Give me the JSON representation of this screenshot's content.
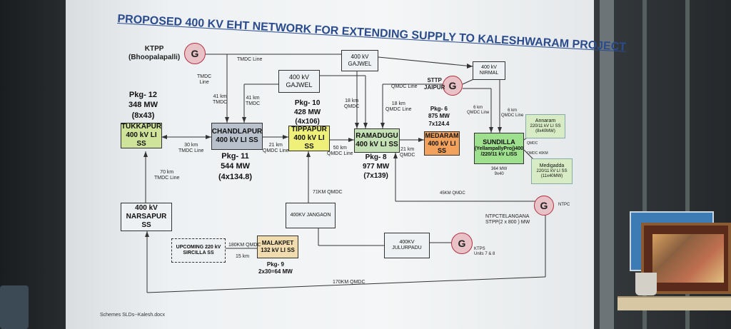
{
  "title": "PROPOSED 400 KV EHT NETWORK FOR EXTENDING SUPPLY TO KALESHWARAM PROJECT",
  "footer": "Schemes SLDs--Kalesh.docx",
  "generator_symbol": "G",
  "nodes": {
    "tukkapur": {
      "line1": "TUKKAPUR",
      "line2": "400 kV LI SS"
    },
    "chandlapur": {
      "line1": "CHANDLAPUR",
      "line2": "400 kV LI SS"
    },
    "tippapur": {
      "line1": "TIPPAPUR",
      "line2": "400 kV LI SS"
    },
    "ramadugu": {
      "line1": "RAMADUGU",
      "line2": "400 kV LI SS"
    },
    "medaram": {
      "line1": "MEDARAM",
      "line2": "400 kV LI SS"
    },
    "sundilla": {
      "line1": "SUNDILLA",
      "line2": "(YellampallyProj)400",
      "line3": "/220/11 kV LISS"
    },
    "gajwel_mid": {
      "line1": "400 kV",
      "line2": "GAJWEL"
    },
    "gajwel_top": {
      "line1": "400 kV",
      "line2": "GAJWEL"
    },
    "nirmal": {
      "line1": "400 kV",
      "line2": "NIRMAL"
    },
    "annaram": {
      "line1": "Annaram",
      "line2": "220/11 kV LI SS",
      "line3": "(8x40MW)"
    },
    "medigadda": {
      "line1": "Medigadda",
      "line2": "220/11 kV LI SS",
      "line3": "(11x40MW)"
    },
    "narsapur": {
      "line1": "400 kV",
      "line2": "NARSAPUR SS"
    },
    "jangaon": {
      "line1": "400KV JANGAON"
    },
    "julurpadu": {
      "line1": "400KV",
      "line2": "JULURPADU"
    },
    "sircilla": {
      "line1": "UPCOMING 220 kV",
      "line2": "SIRCILLA SS"
    },
    "malakpet": {
      "line1": "MALAKPET",
      "line2": "132 kV LI SS"
    }
  },
  "packages": {
    "pkg12": {
      "line1": "Pkg- 12",
      "line2": "348 MW",
      "line3": "(8x43)"
    },
    "pkg11": {
      "line1": "Pkg- 11",
      "line2": "544 MW",
      "line3": "(4x134.8)"
    },
    "pkg10": {
      "line1": "Pkg- 10",
      "line2": "428 MW",
      "line3": "(4x106)"
    },
    "pkg8": {
      "line1": "Pkg- 8",
      "line2": "977 MW",
      "line3": "(7x139)"
    },
    "pkg6": {
      "line1": "Pkg- 6",
      "line2": "875 MW",
      "line3": "7x124.4"
    },
    "pkg9": {
      "line1": "Pkg- 9",
      "line2": "2x30=64 MW"
    }
  },
  "plants": {
    "ktpp": {
      "line1": "KTPP",
      "line2": "(Bhoopalapalli)"
    },
    "sttp": {
      "line1": "STTP",
      "line2": "JAIPUR"
    },
    "ntpc": {
      "line1": "NTPCTELANGANA",
      "line2": "STPP(2 x 800 ) MW",
      "side": "NTPC"
    },
    "ktps": {
      "line1": "KTPS",
      "line2": "Units 7 & 8"
    }
  },
  "line_labels": {
    "tmdc_line_top": "TMDC Line",
    "tmdc_line_left_1": "TMDC",
    "tmdc_line_left_2": "Line",
    "km41_a_1": "41 km",
    "km41_a_2": "TMDC",
    "km41_b_1": "41 km",
    "km41_b_2": "TMDC",
    "km30_1": "30 km",
    "km30_2": "TMDC Line",
    "km70_1": "70 km",
    "km70_2": "TMDC Line",
    "km21_a_1": "21 km",
    "km21_a_2": "QMDC Line",
    "km50_1": "50 km",
    "km50_2": "QMDC Line",
    "km18_a_1": "18 km",
    "km18_a_2": "QMDC",
    "km18_b_1": "18 km",
    "km18_b_2": "QMDC Line",
    "qmdc_line_top": "QMDC Line",
    "km21_b_1": "21 km",
    "km21_b_2": "QMDC",
    "km6_a_1": "6 km",
    "km6_a_2": "QMDC Line",
    "km6_b_1": "6 km",
    "km6_b_2": "QMDC Line",
    "qmdc_small_1": "QMDC",
    "qmdc_small_2": "QMDC   40KM",
    "km71": "71KM QMDC",
    "km45": "45KM QMDC",
    "km180": "180KM QMDC",
    "km15": "15 km",
    "km170": "170KM QMDC",
    "mw364_1": "364 MW",
    "mw364_2": "9x40"
  },
  "colors": {
    "title": "#2a4b8c",
    "yellow_green_box": "#cfe39a",
    "yellow_box": "#eef07a",
    "grey_box": "#b9c2cc",
    "green_box": "#c4e1b6",
    "orange_box": "#f2a25c",
    "bright_green_box": "#9ee08e",
    "tan_box": "#f0dcae",
    "light_green_box": "#d7ecc4",
    "generator": "#e9c2c8"
  }
}
